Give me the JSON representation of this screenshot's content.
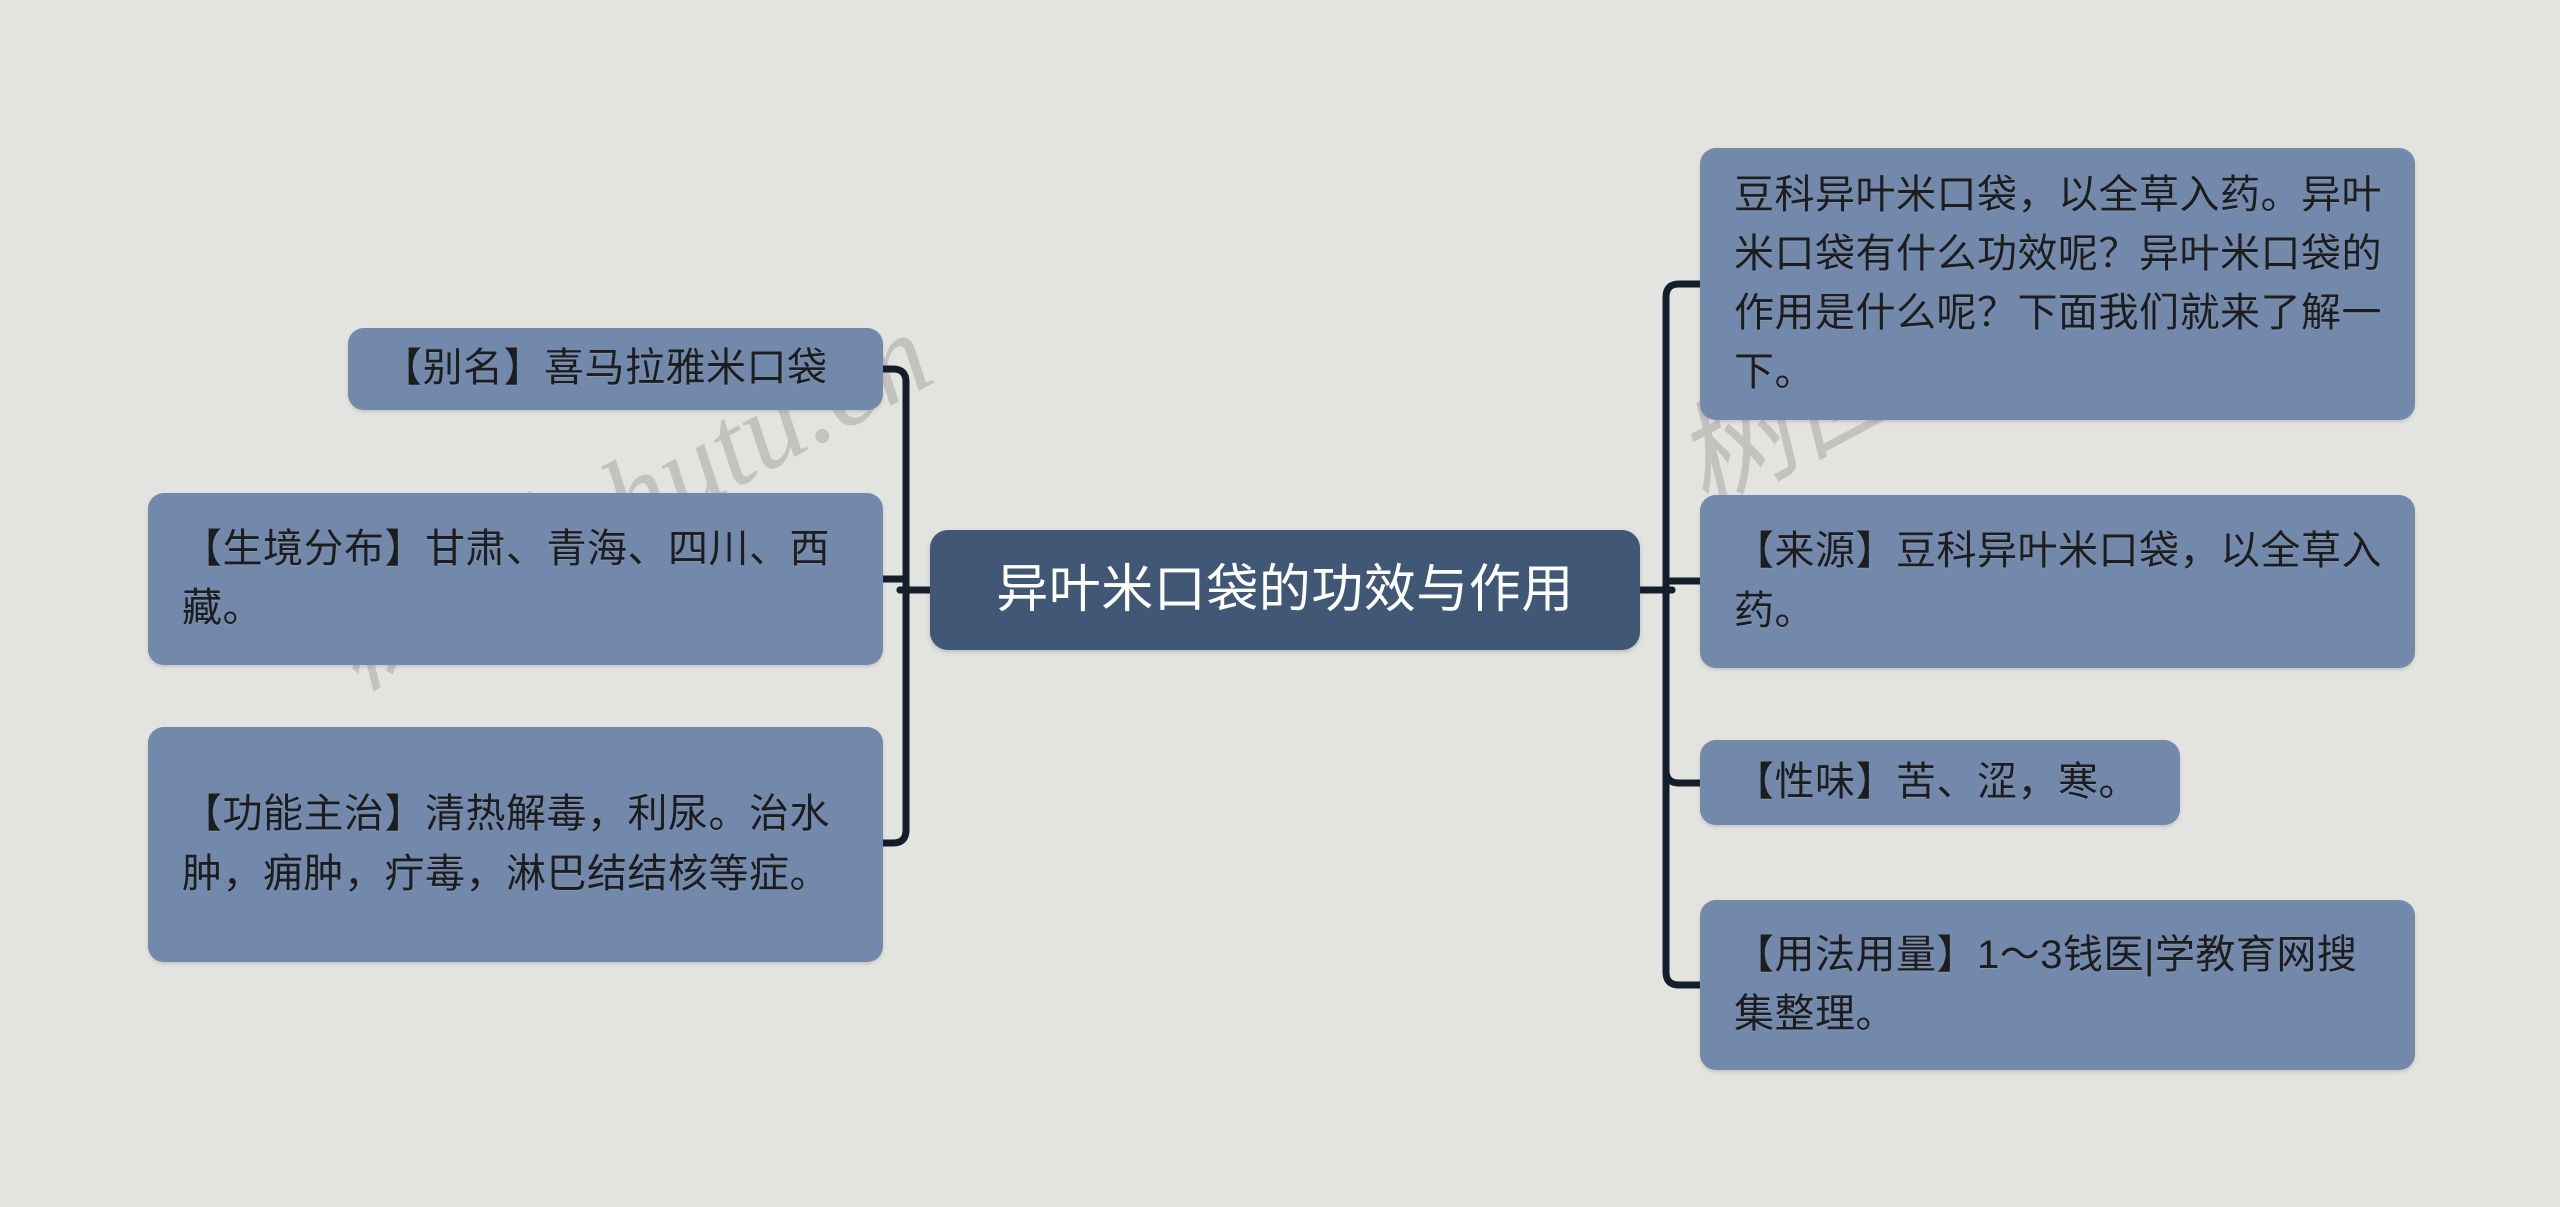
{
  "diagram": {
    "type": "mindmap",
    "watermark": "树图 shutu.cn",
    "colors": {
      "background": "#e3e3df",
      "root_node": "#405776",
      "branch_node": "#7289ab",
      "connector": "#141d2b",
      "root_text": "#ffffff",
      "branch_text": "#1d1d1d"
    },
    "root": {
      "label": "异叶米口袋的功效与作用"
    },
    "left_branches": [
      {
        "key": "alias",
        "label": "【别名】喜马拉雅米口袋"
      },
      {
        "key": "habitat",
        "label": "【生境分布】甘肃、青海、四川、西藏。"
      },
      {
        "key": "func",
        "label": "【功能主治】清热解毒，利尿。治水肿，痈肿，疔毒，淋巴结结核等症。"
      }
    ],
    "right_branches": [
      {
        "key": "intro",
        "label": "豆科异叶米口袋，以全草入药。异叶米口袋有什么功效呢？异叶米口袋的作用是什么呢？下面我们就来了解一下。"
      },
      {
        "key": "source",
        "label": "【来源】豆科异叶米口袋，以全草入药。"
      },
      {
        "key": "flavor",
        "label": "【性味】苦、涩，寒。"
      },
      {
        "key": "dosage",
        "label": "【用法用量】1～3钱医|学教育网搜集整理。"
      }
    ]
  }
}
